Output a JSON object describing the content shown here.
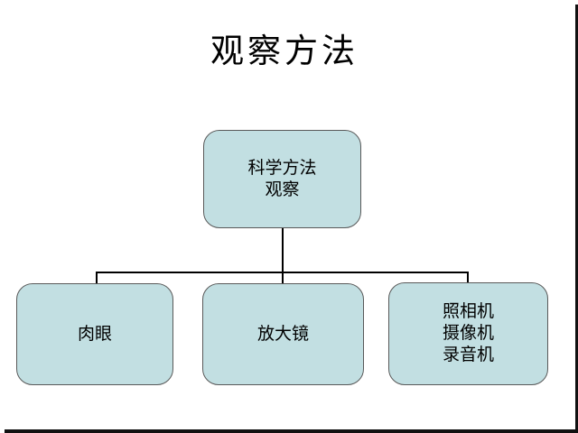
{
  "slide": {
    "title": "观察方法",
    "colors": {
      "background": "#ffffff",
      "box_fill": "#c2dfe2",
      "box_border": "#595959",
      "connector": "#000000",
      "shadow": "#111111",
      "text": "#000000"
    },
    "diagram": {
      "type": "org-chart",
      "root": {
        "lines": [
          "科学方法",
          "观察"
        ]
      },
      "children": [
        {
          "lines": [
            "肉眼"
          ]
        },
        {
          "lines": [
            "放大镜"
          ]
        },
        {
          "lines": [
            "照相机",
            "摄像机",
            "录音机"
          ]
        }
      ]
    }
  }
}
